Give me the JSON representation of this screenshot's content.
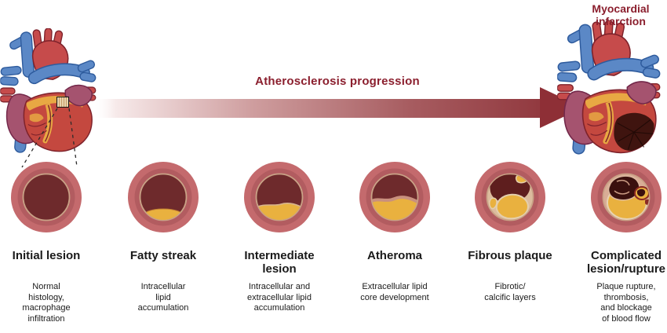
{
  "figure": {
    "title": "Atherosclerosis progression",
    "right_heart_caption": "Myocardial\ninfarction"
  },
  "stages": [
    {
      "name": "Initial lesion",
      "description": "Normal\nhistology,\nmacrophage\ninfiltration"
    },
    {
      "name": "Fatty streak",
      "description": "Intracellular\nlipid\naccumulation"
    },
    {
      "name": "Intermediate\nlesion",
      "description": "Intracellular and\nextracellular lipid\naccumulation"
    },
    {
      "name": "Atheroma",
      "description": "Extracellular lipid\ncore development"
    },
    {
      "name": "Fibrous plaque",
      "description": "Fibrotic/\ncalcific layers"
    },
    {
      "name": "Complicated\nlesion/rupture",
      "description": "Plaque rupture,\nthrombosis,\nand blockage\nof blood flow"
    }
  ],
  "colors": {
    "ink": "#1a1a1a",
    "accent-red": "#8b1f2e",
    "arrow-end": "#8e2f36",
    "vessel-outer": "#c46a6d",
    "vessel-mid": "#b25c60",
    "vessel-lumen": "#6e2a2c",
    "vessel-intima": "#c9a286",
    "lipid": "#e9b13f",
    "plaque-cream": "#dcbc9e",
    "fibrous-dark": "#5e1e1e",
    "thrombus": "#3a100e",
    "heart-body": "#c4483f",
    "heart-red": "#c64b4b",
    "heart-blue": "#5b88c6",
    "blue-outline": "#2e5b9d",
    "heart-purple": "#a5536f",
    "purple-outline": "#73284a",
    "heart-outline": "#7e222b",
    "heart-fat": "#e8a843",
    "infarct": "#33100b"
  }
}
